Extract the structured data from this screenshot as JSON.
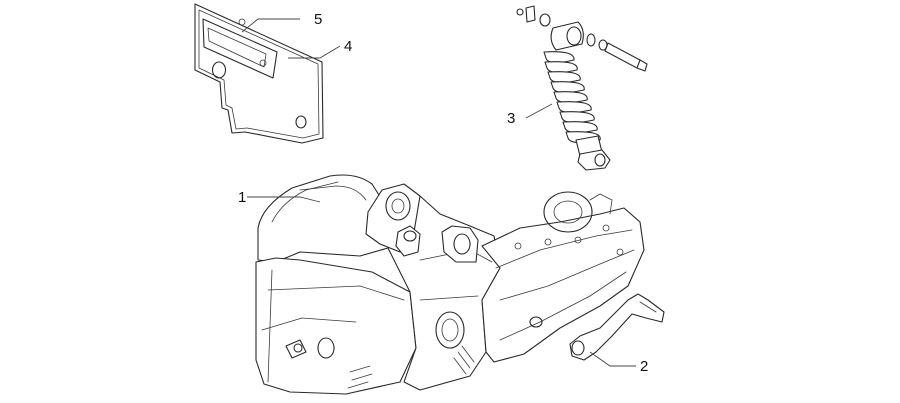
{
  "callouts": [
    {
      "id": "engine",
      "label": "1"
    },
    {
      "id": "kickstart-lever",
      "label": "2"
    },
    {
      "id": "shock-absorber",
      "label": "3"
    },
    {
      "id": "heat-shield",
      "label": "4"
    },
    {
      "id": "heat-shield-plate",
      "label": "5"
    }
  ]
}
